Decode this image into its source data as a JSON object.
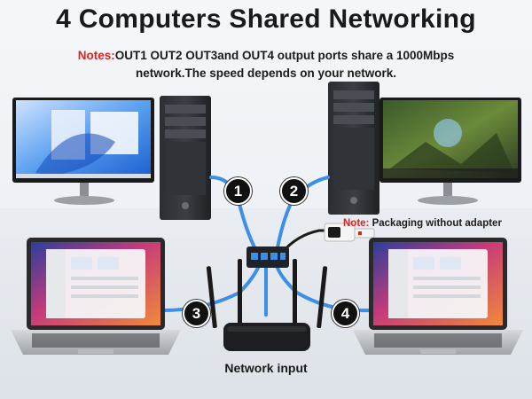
{
  "header": {
    "title": "4 Computers Shared Networking",
    "notes_label": "Notes:",
    "notes_line1": "OUT1 OUT2 OUT3and OUT4 output ports share a 1000Mbps",
    "notes_line2": "network.The speed depends on your network."
  },
  "adapter_note": {
    "label": "Note:",
    "text": " Packaging without adapter"
  },
  "router": {
    "caption": "Network input"
  },
  "port_badges": [
    "1",
    "2",
    "3",
    "4"
  ],
  "colors": {
    "accent_red": "#e2211c",
    "cable_blue": "#3d8ee6",
    "badge_bg": "#111111"
  }
}
